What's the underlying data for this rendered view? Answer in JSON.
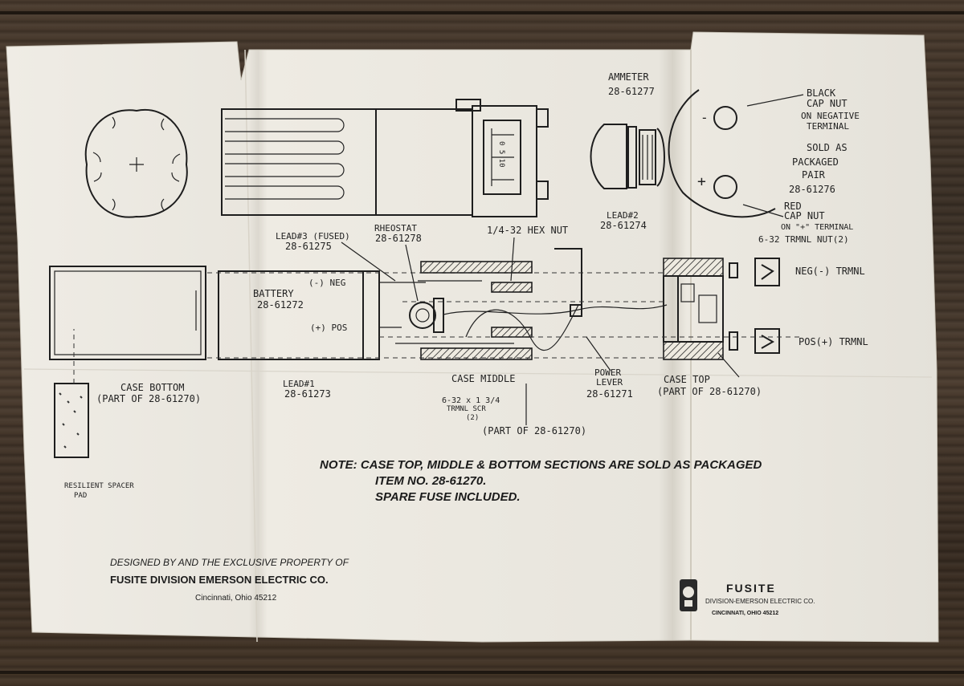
{
  "labels": {
    "ammeter": "AMMETER",
    "ammeter_part": "28-61277",
    "black_capnut_1": "BLACK",
    "black_capnut_2": "CAP NUT",
    "black_capnut_3": "ON NEGATIVE",
    "black_capnut_4": "TERMINAL",
    "sold_as_1": "SOLD AS",
    "sold_as_2": "PACKAGED",
    "sold_as_3": "PAIR",
    "sold_as_part": "28-61276",
    "red_capnut_1": "RED",
    "red_capnut_2": "CAP NUT",
    "red_capnut_3": "ON \"+\" TERMINAL",
    "lead2": "LEAD#2",
    "lead2_part": "28-61274",
    "tmnl_nut": "6-32 TRMNL NUT(2)",
    "neg_trmnl": "NEG(-) TRMNL",
    "pos_trmnl": "POS(+) TRMNL",
    "lead3": "LEAD#3 (FUSED)",
    "lead3_part": "28-61275",
    "rheostat": "RHEOSTAT",
    "rheostat_part": "28-61278",
    "hex_nut": "1/4-32 HEX NUT",
    "battery": "BATTERY",
    "battery_part": "28-61272",
    "neg": "(-) NEG",
    "pos": "(+) POS",
    "case_bottom": "CASE BOTTOM",
    "case_bottom_part": "(PART OF 28-61270)",
    "lead1": "LEAD#1",
    "lead1_part": "28-61273",
    "case_middle": "CASE MIDDLE",
    "screw_1": "6-32 x 1 3/4",
    "screw_2": "TRMNL SCR",
    "screw_3": "(2)",
    "power_lever_1": "POWER",
    "power_lever_2": "LEVER",
    "power_lever_part": "28-61271",
    "case_top": "CASE TOP",
    "case_top_part": "(PART OF 28-61270)",
    "middle_part": "(PART OF 28-61270)",
    "spacer_1": "RESILIENT SPACER",
    "spacer_2": "PAD",
    "meter_scale": "0 5 10"
  },
  "note": {
    "line1": "NOTE:  CASE TOP, MIDDLE & BOTTOM SECTIONS ARE SOLD AS PACKAGED",
    "line2": "ITEM NO. 28-61270.",
    "line3": "SPARE FUSE INCLUDED."
  },
  "footer": {
    "designed_by": "DESIGNED BY AND THE EXCLUSIVE PROPERTY OF",
    "company": "FUSITE DIVISION EMERSON ELECTRIC CO.",
    "address": "Cincinnati, Ohio  45212",
    "logo_name": "FUSITE",
    "logo_division": "DIVISION-EMERSON ELECTRIC CO.",
    "logo_city": "CINCINNATI, OHIO 45212"
  }
}
